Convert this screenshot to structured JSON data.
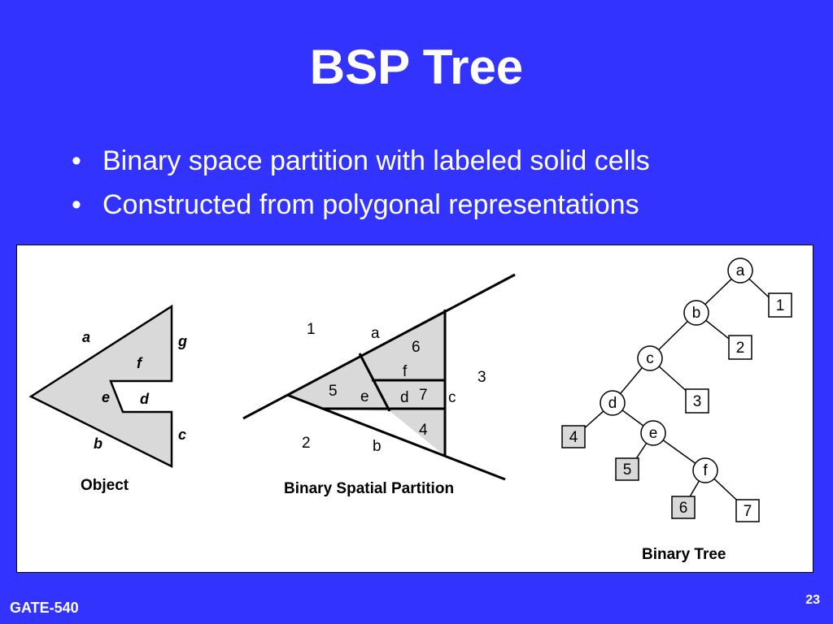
{
  "slide": {
    "title": "BSP Tree",
    "bullets": [
      "Binary space partition with labeled solid cells",
      "Constructed from polygonal representations"
    ],
    "bullet_glyph": "•",
    "footer": "GATE-540",
    "page_number": "23"
  },
  "figure": {
    "fill_color": "#d9d9d9",
    "object": {
      "caption": "Object",
      "edge_labels": [
        "a",
        "g",
        "f",
        "e",
        "d",
        "b",
        "c"
      ]
    },
    "partition": {
      "caption": "Binary Spatial Partition",
      "region_labels": [
        "1",
        "2",
        "3",
        "4",
        "5",
        "6",
        "7"
      ],
      "edge_labels": [
        "a",
        "f",
        "e",
        "d",
        "c",
        "b"
      ]
    },
    "tree": {
      "caption": "Binary Tree",
      "nodes": [
        "a",
        "b",
        "c",
        "d",
        "e",
        "f"
      ],
      "leaves": [
        {
          "label": "1",
          "solid": false
        },
        {
          "label": "2",
          "solid": false
        },
        {
          "label": "3",
          "solid": false
        },
        {
          "label": "4",
          "solid": true
        },
        {
          "label": "5",
          "solid": true
        },
        {
          "label": "6",
          "solid": true
        },
        {
          "label": "7",
          "solid": false
        }
      ]
    }
  }
}
